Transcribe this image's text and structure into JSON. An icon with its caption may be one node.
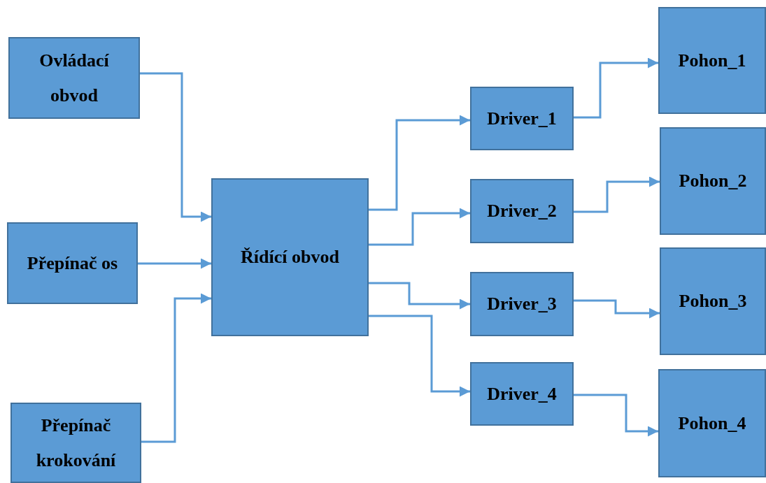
{
  "diagram": {
    "nodes": [
      {
        "text": [
          "Ovládací obvod"
        ]
      },
      {
        "text": [
          "Přepínač os"
        ]
      },
      {
        "text": [
          "Přepínač krokování"
        ]
      },
      {
        "text": [
          "Řídící obvod"
        ]
      },
      {
        "text": [
          "Driver_1"
        ]
      },
      {
        "text": [
          "Driver_2"
        ]
      },
      {
        "text": [
          "Driver_3"
        ]
      },
      {
        "text": [
          "Driver_4"
        ]
      },
      {
        "text": [
          "Pohon_1"
        ]
      },
      {
        "text": [
          "Pohon_2"
        ]
      },
      {
        "text": [
          "Pohon_3"
        ]
      },
      {
        "text": [
          "Pohon_4"
        ]
      }
    ],
    "edges": [
      {
        "from": 0,
        "to": 3,
        "arrow": "to"
      },
      {
        "from": 1,
        "to": 3,
        "arrow": "to"
      },
      {
        "from": 2,
        "to": 3,
        "arrow": "to"
      },
      {
        "from": 3,
        "to": 4,
        "arrow": "to"
      },
      {
        "from": 3,
        "to": 5,
        "arrow": "to"
      },
      {
        "from": 3,
        "to": 6,
        "arrow": "to"
      },
      {
        "from": 3,
        "to": 7,
        "arrow": "to"
      },
      {
        "from": 4,
        "to": 8,
        "arrow": "to"
      },
      {
        "from": 5,
        "to": 9,
        "arrow": "to"
      },
      {
        "from": 6,
        "to": 10,
        "arrow": "to"
      },
      {
        "from": 7,
        "to": 11,
        "arrow": "to"
      }
    ]
  }
}
